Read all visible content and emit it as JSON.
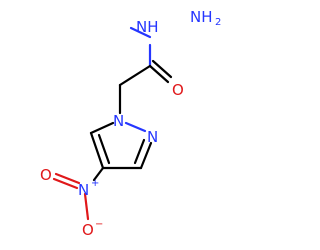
{
  "molecule": {
    "atoms": {
      "hydrazide_nh": {
        "text": "NH",
        "color": "#2536ff"
      },
      "hydrazide_nh2": {
        "text": "NH",
        "sub": "2",
        "color": "#2536ff"
      },
      "carbonyl_o": {
        "text": "O",
        "color": "#e0181a"
      },
      "pyrazole_n1": {
        "text": "N",
        "color": "#2536ff"
      },
      "pyrazole_n2": {
        "text": "N",
        "color": "#2536ff"
      },
      "nitro_n": {
        "text": "N",
        "sup": "+",
        "color": "#2536ff"
      },
      "nitro_o_minus": {
        "text": "O",
        "sup": "−",
        "color": "#e0181a"
      },
      "nitro_o": {
        "text": "O",
        "color": "#e0181a"
      }
    }
  }
}
